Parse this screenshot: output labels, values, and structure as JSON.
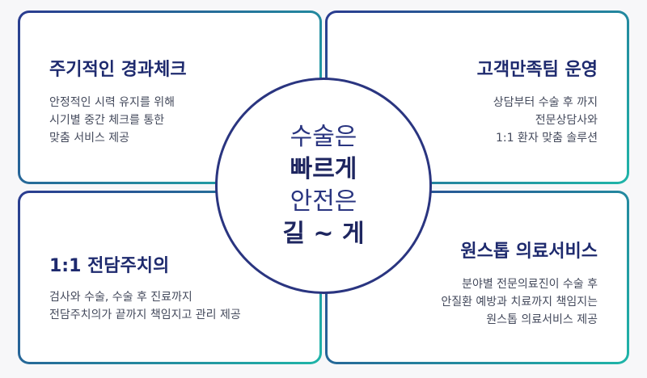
{
  "colors": {
    "border_start": "#2a3b8f",
    "border_end": "#1fb5a8",
    "title": "#1e2a6e",
    "text": "#444a5c",
    "circle": "#2a3580"
  },
  "center": {
    "line1": "수술은",
    "line2": "빠르게",
    "line3": "안전은",
    "line4": "길 ~ 게"
  },
  "cards": {
    "top_left": {
      "title": "주기적인 경과체크",
      "desc": [
        "안정적인 시력 유지를 위해",
        "시기별 중간 체크를 통한",
        "맞춤 서비스 제공"
      ]
    },
    "top_right": {
      "title": "고객만족팀 운영",
      "desc": [
        "상담부터 수술 후 까지",
        "전문상담사와",
        "1:1 환자 맞춤 솔루션"
      ]
    },
    "bottom_left": {
      "title": "1:1 전담주치의",
      "desc": [
        "검사와 수술, 수술 후 진료까지",
        "전담주치의가 끝까지 책임지고 관리 제공"
      ]
    },
    "bottom_right": {
      "title": "원스톱 의료서비스",
      "desc": [
        "분야별 전문의료진이 수술 후",
        "안질환 예방과 치료까지 책임지는",
        "원스톱 의료서비스 제공"
      ]
    }
  }
}
